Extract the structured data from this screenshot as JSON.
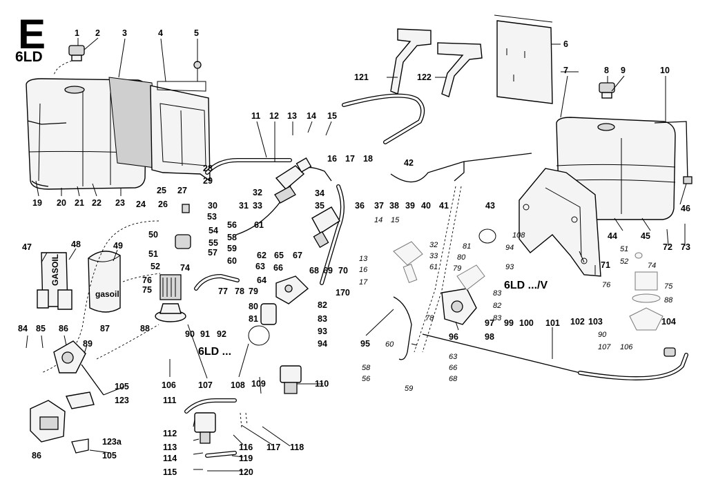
{
  "header": {
    "section_letter": "E",
    "engine_code": "6LD"
  },
  "variant_labels": {
    "left": "6LD ...",
    "right": "6LD .../V"
  },
  "filter_labels": {
    "gasoil_housing": "GASOIL",
    "gasoil_cup": "gasoil"
  },
  "callouts": [
    {
      "id": "c1",
      "label": "1",
      "style": "bold"
    },
    {
      "id": "c2",
      "label": "2",
      "style": "bold"
    },
    {
      "id": "c3",
      "label": "3",
      "style": "bold"
    },
    {
      "id": "c4",
      "label": "4",
      "style": "bold"
    },
    {
      "id": "c5",
      "label": "5",
      "style": "bold"
    },
    {
      "id": "c6",
      "label": "6",
      "style": "bold"
    },
    {
      "id": "c7",
      "label": "7",
      "style": "bold"
    },
    {
      "id": "c8",
      "label": "8",
      "style": "bold"
    },
    {
      "id": "c9",
      "label": "9",
      "style": "bold"
    },
    {
      "id": "c10",
      "label": "10",
      "style": "bold"
    },
    {
      "id": "c11",
      "label": "11",
      "style": "bold"
    },
    {
      "id": "c12",
      "label": "12",
      "style": "bold"
    },
    {
      "id": "c13",
      "label": "13",
      "style": "bold"
    },
    {
      "id": "c14",
      "label": "14",
      "style": "bold"
    },
    {
      "id": "c15",
      "label": "15",
      "style": "bold"
    },
    {
      "id": "c16",
      "label": "16",
      "style": "bold"
    },
    {
      "id": "c17",
      "label": "17",
      "style": "bold"
    },
    {
      "id": "c18",
      "label": "18",
      "style": "bold"
    },
    {
      "id": "c19",
      "label": "19",
      "style": "bold"
    },
    {
      "id": "c20",
      "label": "20",
      "style": "bold"
    },
    {
      "id": "c21",
      "label": "21",
      "style": "bold"
    },
    {
      "id": "c22",
      "label": "22",
      "style": "bold"
    },
    {
      "id": "c23",
      "label": "23",
      "style": "bold"
    },
    {
      "id": "c24",
      "label": "24",
      "style": "bold"
    },
    {
      "id": "c25",
      "label": "25",
      "style": "bold"
    },
    {
      "id": "c26",
      "label": "26",
      "style": "bold"
    },
    {
      "id": "c27",
      "label": "27",
      "style": "bold"
    },
    {
      "id": "c28",
      "label": "28",
      "style": "bold"
    },
    {
      "id": "c29",
      "label": "29",
      "style": "bold"
    },
    {
      "id": "c30",
      "label": "30",
      "style": "bold"
    },
    {
      "id": "c31",
      "label": "31",
      "style": "bold"
    },
    {
      "id": "c32",
      "label": "32",
      "style": "bold"
    },
    {
      "id": "c33",
      "label": "33",
      "style": "bold"
    },
    {
      "id": "c34",
      "label": "34",
      "style": "bold"
    },
    {
      "id": "c35",
      "label": "35",
      "style": "bold"
    },
    {
      "id": "c36",
      "label": "36",
      "style": "bold"
    },
    {
      "id": "c37",
      "label": "37",
      "style": "bold"
    },
    {
      "id": "c38",
      "label": "38",
      "style": "bold"
    },
    {
      "id": "c39",
      "label": "39",
      "style": "bold"
    },
    {
      "id": "c40",
      "label": "40",
      "style": "bold"
    },
    {
      "id": "c41",
      "label": "41",
      "style": "bold"
    },
    {
      "id": "c42",
      "label": "42",
      "style": "bold"
    },
    {
      "id": "c43",
      "label": "43",
      "style": "bold"
    },
    {
      "id": "c44",
      "label": "44",
      "style": "bold"
    },
    {
      "id": "c45",
      "label": "45",
      "style": "bold"
    },
    {
      "id": "c46",
      "label": "46",
      "style": "bold"
    },
    {
      "id": "c47",
      "label": "47",
      "style": "bold"
    },
    {
      "id": "c48",
      "label": "48",
      "style": "bold"
    },
    {
      "id": "c49",
      "label": "49",
      "style": "bold"
    },
    {
      "id": "c50",
      "label": "50",
      "style": "bold"
    },
    {
      "id": "c51",
      "label": "51",
      "style": "bold"
    },
    {
      "id": "c52",
      "label": "52",
      "style": "bold"
    },
    {
      "id": "c53",
      "label": "53",
      "style": "bold"
    },
    {
      "id": "c54",
      "label": "54",
      "style": "bold"
    },
    {
      "id": "c55",
      "label": "55",
      "style": "bold"
    },
    {
      "id": "c56",
      "label": "56",
      "style": "bold"
    },
    {
      "id": "c57",
      "label": "57",
      "style": "bold"
    },
    {
      "id": "c58",
      "label": "58",
      "style": "bold"
    },
    {
      "id": "c59",
      "label": "59",
      "style": "bold"
    },
    {
      "id": "c60",
      "label": "60",
      "style": "bold"
    },
    {
      "id": "c61",
      "label": "61",
      "style": "bold"
    },
    {
      "id": "c62",
      "label": "62",
      "style": "bold"
    },
    {
      "id": "c63",
      "label": "63",
      "style": "bold"
    },
    {
      "id": "c64",
      "label": "64",
      "style": "bold"
    },
    {
      "id": "c65",
      "label": "65",
      "style": "bold"
    },
    {
      "id": "c66",
      "label": "66",
      "style": "bold"
    },
    {
      "id": "c67",
      "label": "67",
      "style": "bold"
    },
    {
      "id": "c68",
      "label": "68",
      "style": "bold"
    },
    {
      "id": "c69",
      "label": "69",
      "style": "bold"
    },
    {
      "id": "c70",
      "label": "70",
      "style": "bold"
    },
    {
      "id": "c71",
      "label": "71",
      "style": "bold"
    },
    {
      "id": "c72",
      "label": "72",
      "style": "bold"
    },
    {
      "id": "c73",
      "label": "73",
      "style": "bold"
    },
    {
      "id": "c74",
      "label": "74",
      "style": "bold"
    },
    {
      "id": "c75",
      "label": "75",
      "style": "bold"
    },
    {
      "id": "c76",
      "label": "76",
      "style": "bold"
    },
    {
      "id": "c77",
      "label": "77",
      "style": "bold"
    },
    {
      "id": "c78",
      "label": "78",
      "style": "bold"
    },
    {
      "id": "c79",
      "label": "79",
      "style": "bold"
    },
    {
      "id": "c80",
      "label": "80",
      "style": "bold"
    },
    {
      "id": "c81",
      "label": "81",
      "style": "bold"
    },
    {
      "id": "c82",
      "label": "82",
      "style": "bold"
    },
    {
      "id": "c83",
      "label": "83",
      "style": "bold"
    },
    {
      "id": "c84",
      "label": "84",
      "style": "bold"
    },
    {
      "id": "c85",
      "label": "85",
      "style": "bold"
    },
    {
      "id": "c86",
      "label": "86",
      "style": "bold"
    },
    {
      "id": "c86b",
      "label": "86",
      "style": "bold"
    },
    {
      "id": "c87",
      "label": "87",
      "style": "bold"
    },
    {
      "id": "c88",
      "label": "88",
      "style": "bold"
    },
    {
      "id": "c89",
      "label": "89",
      "style": "bold"
    },
    {
      "id": "c90",
      "label": "90",
      "style": "bold"
    },
    {
      "id": "c91",
      "label": "91",
      "style": "bold"
    },
    {
      "id": "c92",
      "label": "92",
      "style": "bold"
    },
    {
      "id": "c93",
      "label": "93",
      "style": "bold"
    },
    {
      "id": "c94",
      "label": "94",
      "style": "bold"
    },
    {
      "id": "c95",
      "label": "95",
      "style": "bold"
    },
    {
      "id": "c96",
      "label": "96",
      "style": "bold"
    },
    {
      "id": "c97",
      "label": "97",
      "style": "bold"
    },
    {
      "id": "c98",
      "label": "98",
      "style": "bold"
    },
    {
      "id": "c99",
      "label": "99",
      "style": "bold"
    },
    {
      "id": "c100",
      "label": "100",
      "style": "bold"
    },
    {
      "id": "c101",
      "label": "101",
      "style": "bold"
    },
    {
      "id": "c102",
      "label": "102",
      "style": "bold"
    },
    {
      "id": "c103",
      "label": "103",
      "style": "bold"
    },
    {
      "id": "c104",
      "label": "104",
      "style": "bold"
    },
    {
      "id": "c105",
      "label": "105",
      "style": "bold"
    },
    {
      "id": "c105b",
      "label": "105",
      "style": "bold"
    },
    {
      "id": "c106",
      "label": "106",
      "style": "bold"
    },
    {
      "id": "c107",
      "label": "107",
      "style": "bold"
    },
    {
      "id": "c108",
      "label": "108",
      "style": "bold"
    },
    {
      "id": "c109",
      "label": "109",
      "style": "bold"
    },
    {
      "id": "c110",
      "label": "110",
      "style": "bold"
    },
    {
      "id": "c111",
      "label": "111",
      "style": "bold"
    },
    {
      "id": "c112",
      "label": "112",
      "style": "bold"
    },
    {
      "id": "c113",
      "label": "113",
      "style": "bold"
    },
    {
      "id": "c114",
      "label": "114",
      "style": "bold"
    },
    {
      "id": "c115",
      "label": "115",
      "style": "bold"
    },
    {
      "id": "c116",
      "label": "116",
      "style": "bold"
    },
    {
      "id": "c117",
      "label": "117",
      "style": "bold"
    },
    {
      "id": "c118",
      "label": "118",
      "style": "bold"
    },
    {
      "id": "c119",
      "label": "119",
      "style": "bold"
    },
    {
      "id": "c120",
      "label": "120",
      "style": "bold"
    },
    {
      "id": "c121",
      "label": "121",
      "style": "bold"
    },
    {
      "id": "c122",
      "label": "122",
      "style": "bold"
    },
    {
      "id": "c123",
      "label": "123",
      "style": "bold"
    },
    {
      "id": "c123a",
      "label": "123a",
      "style": "bold"
    },
    {
      "id": "c170",
      "label": "170",
      "style": "bold"
    },
    {
      "id": "i14",
      "label": "14",
      "style": "italic"
    },
    {
      "id": "i15",
      "label": "15",
      "style": "italic"
    },
    {
      "id": "i13",
      "label": "13",
      "style": "italic"
    },
    {
      "id": "i16",
      "label": "16",
      "style": "italic"
    },
    {
      "id": "i17",
      "label": "17",
      "style": "italic"
    },
    {
      "id": "i32",
      "label": "32",
      "style": "italic"
    },
    {
      "id": "i33",
      "label": "33",
      "style": "italic"
    },
    {
      "id": "i61",
      "label": "61",
      "style": "italic"
    },
    {
      "id": "i81",
      "label": "81",
      "style": "italic"
    },
    {
      "id": "i80",
      "label": "80",
      "style": "italic"
    },
    {
      "id": "i79",
      "label": "79",
      "style": "italic"
    },
    {
      "id": "i108",
      "label": "108",
      "style": "italic"
    },
    {
      "id": "i94",
      "label": "94",
      "style": "italic"
    },
    {
      "id": "i93",
      "label": "93",
      "style": "italic"
    },
    {
      "id": "i83a",
      "label": "83",
      "style": "italic"
    },
    {
      "id": "i82",
      "label": "82",
      "style": "italic"
    },
    {
      "id": "i83b",
      "label": "83",
      "style": "italic"
    },
    {
      "id": "i78",
      "label": "78",
      "style": "italic"
    },
    {
      "id": "i60",
      "label": "60",
      "style": "italic"
    },
    {
      "id": "i63",
      "label": "63",
      "style": "italic"
    },
    {
      "id": "i66",
      "label": "66",
      "style": "italic"
    },
    {
      "id": "i68",
      "label": "68",
      "style": "italic"
    },
    {
      "id": "i58",
      "label": "58",
      "style": "italic"
    },
    {
      "id": "i56",
      "label": "56",
      "style": "italic"
    },
    {
      "id": "i59",
      "label": "59",
      "style": "italic"
    },
    {
      "id": "i51",
      "label": "51",
      "style": "italic"
    },
    {
      "id": "i52",
      "label": "52",
      "style": "italic"
    },
    {
      "id": "i74",
      "label": "74",
      "style": "italic"
    },
    {
      "id": "i76",
      "label": "76",
      "style": "italic"
    },
    {
      "id": "i75",
      "label": "75",
      "style": "italic"
    },
    {
      "id": "i88",
      "label": "88",
      "style": "italic"
    },
    {
      "id": "i90",
      "label": "90",
      "style": "italic"
    },
    {
      "id": "i107",
      "label": "107",
      "style": "italic"
    },
    {
      "id": "i106",
      "label": "106",
      "style": "italic"
    }
  ]
}
